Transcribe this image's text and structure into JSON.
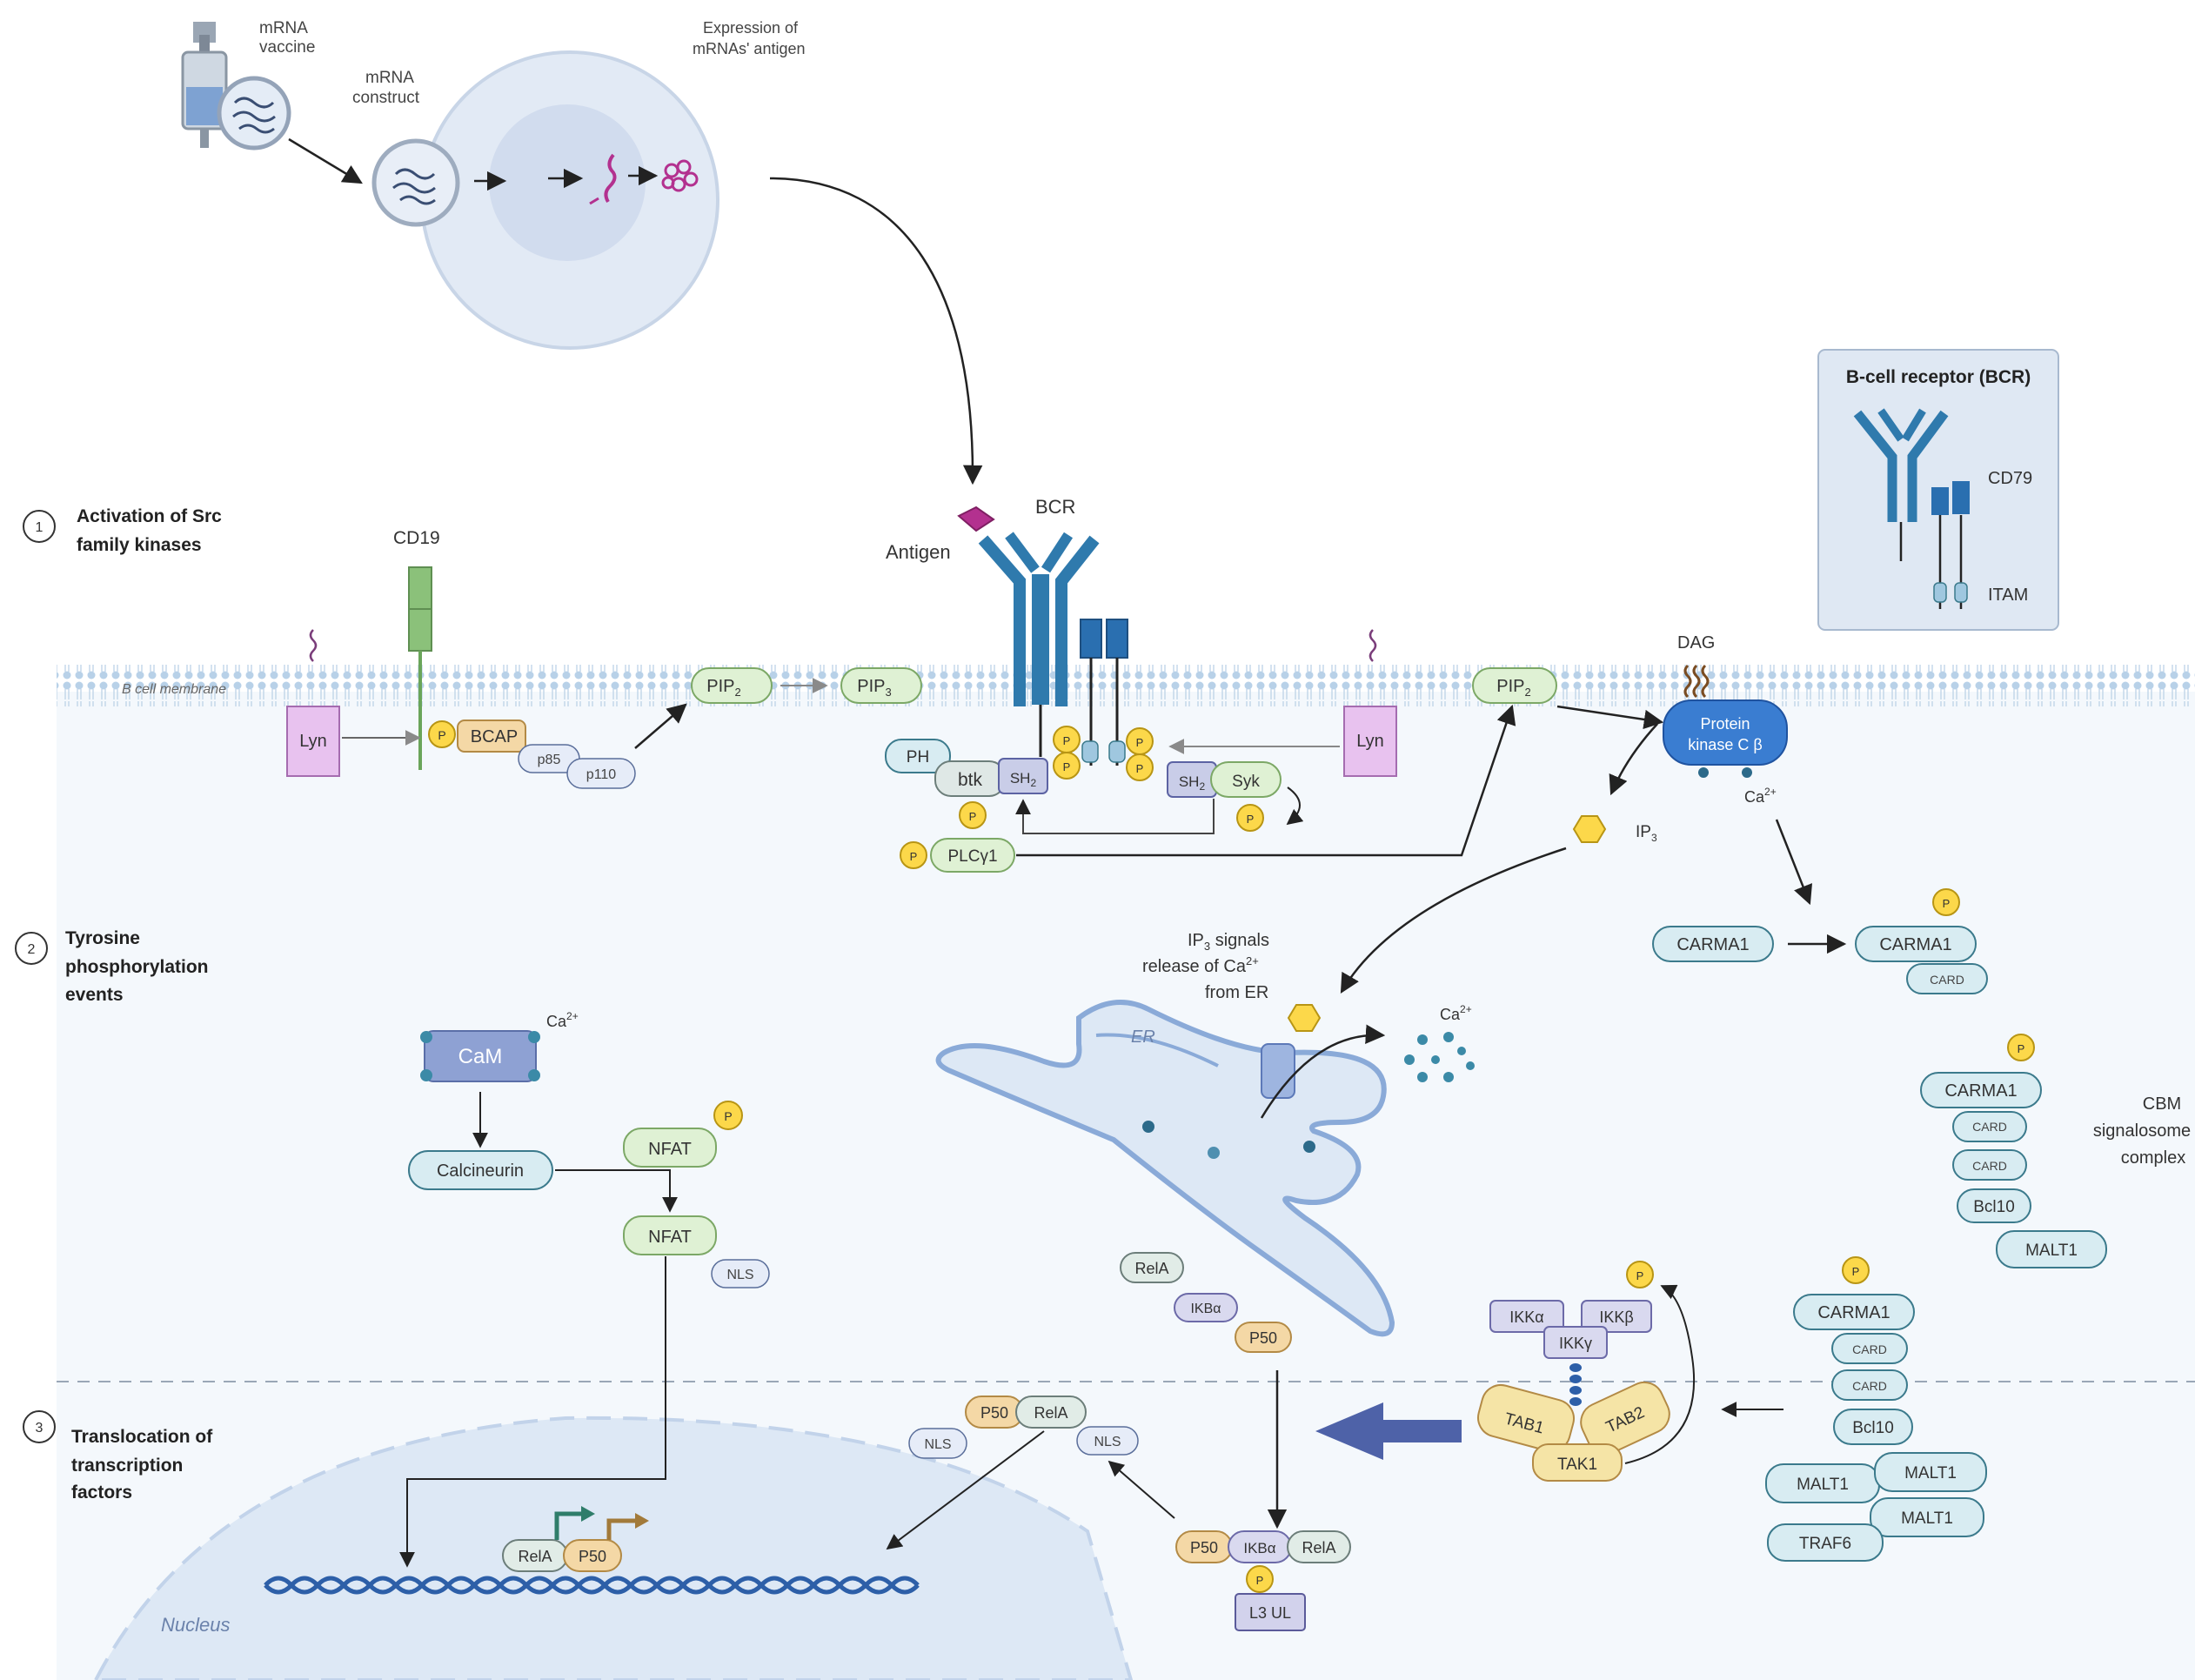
{
  "vaccine": {
    "label_line1": "mRNA",
    "label_line2": "vaccine",
    "construct_line1": "mRNA",
    "construct_line2": "construct",
    "expression_line1": "Expression of",
    "expression_line2": "mRNAs' antigen"
  },
  "steps": [
    {
      "number": "1",
      "line1": "Activation of Src",
      "line2": "family kinases",
      "line3": ""
    },
    {
      "number": "2",
      "line1": "Tyrosine",
      "line2": "phosphorylation",
      "line3": "events"
    },
    {
      "number": "3",
      "line1": "Translocation of",
      "line2": "transcription",
      "line3": "factors"
    }
  ],
  "membrane": {
    "label": "B cell membrane"
  },
  "labels": {
    "cd19": "CD19",
    "antigen": "Antigen",
    "bcr": "BCR",
    "dag": "DAG",
    "ip3": "IP",
    "ip3_sub": "3",
    "ca": "Ca",
    "ca_sup": "2+",
    "ip3_signal_line1": "IP",
    "ip3_signal_sub": "3",
    "ip3_signal_line1_rest": " signals",
    "ip3_signal_line2": "release of Ca",
    "ip3_signal_line2_sup": "2+",
    "ip3_signal_line3": "from ER",
    "er": "ER",
    "nucleus": "Nucleus",
    "cbm_line1": "CBM",
    "cbm_line2": "signalosome",
    "cbm_line3": "complex"
  },
  "legend": {
    "title": "B-cell receptor (BCR)",
    "cd79": "CD79",
    "itam": "ITAM"
  },
  "proteins": {
    "lyn": "Lyn",
    "p": "P",
    "bcap": "BCAP",
    "p85": "p85",
    "p110": "p110",
    "pip2": "PIP",
    "pip2_sub": "2",
    "pip3": "PIP",
    "pip3_sub": "3",
    "ph": "PH",
    "btk": "btk",
    "sh2": "SH",
    "sh2_sub": "2",
    "syk": "Syk",
    "plcg1": "PLCγ1",
    "pkc_line1": "Protein",
    "pkc_line2": "kinase C β",
    "carma1": "CARMA1",
    "card": "CARD",
    "bcl10": "Bcl10",
    "malt1": "MALT1",
    "traf6": "TRAF6",
    "cam": "CaM",
    "calcineurin": "Calcineurin",
    "nfat": "NFAT",
    "nls": "NLS",
    "rela": "RelA",
    "ikba": "IKBα",
    "p50": "P50",
    "ikka": "IKKα",
    "ikkb": "IKKβ",
    "ikkg": "IKKγ",
    "tab1": "TAB1",
    "tab2": "TAB2",
    "tak1": "TAK1",
    "ub": "L3 UL"
  },
  "colors": {
    "membrane": "#c9dcec",
    "cytoplasm": "#f3f8fc",
    "cell_blue": "#dde9f6",
    "bcr_blue": "#2f7aad",
    "cd79_blue": "#2a6fb0",
    "pkc_blue": "#3a7dd1",
    "lyn_purple": "#e7c4ee",
    "green": "#dff1d4",
    "green_border": "#7ca866",
    "teal": "#d8ecf2",
    "teal_border": "#3b7a8c",
    "light_blue": "#e6ecf8",
    "lavender": "#d9d9ef",
    "orange": "#f4d8a6",
    "orange_border": "#b38a45",
    "yellow": "#fcd84a",
    "tak": "#f5e4a6",
    "arrow_blue": "#4e62a8",
    "dna": "#2d5fa8",
    "magenta": "#b3318f"
  }
}
